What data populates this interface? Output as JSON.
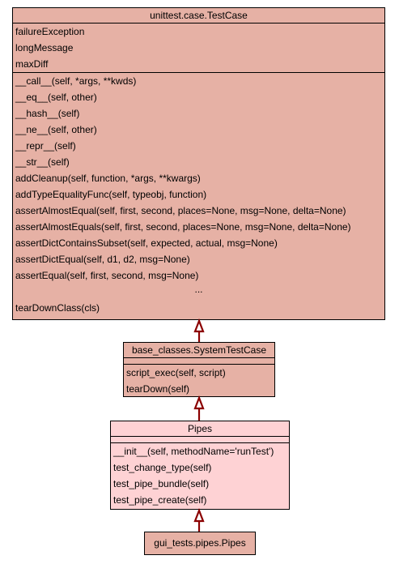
{
  "diagram": {
    "classes": {
      "testcase": {
        "name": "unittest.case.TestCase",
        "fill": "#e6b1a5",
        "attributes": [
          "failureException",
          "longMessage",
          "maxDiff"
        ],
        "methods": [
          "__call__(self, *args, **kwds)",
          "__eq__(self, other)",
          "__hash__(self)",
          "__ne__(self, other)",
          "__repr__(self)",
          "__str__(self)",
          "addCleanup(self, function, *args, **kwargs)",
          "addTypeEqualityFunc(self, typeobj, function)",
          "assertAlmostEqual(self, first, second, places=None, msg=None, delta=None)",
          "assertAlmostEquals(self, first, second, places=None, msg=None, delta=None)",
          "assertDictContainsSubset(self, expected, actual, msg=None)",
          "assertDictEqual(self, d1, d2, msg=None)",
          "assertEqual(self, first, second, msg=None)",
          "...",
          "tearDownClass(cls)"
        ]
      },
      "systestcase": {
        "name": "base_classes.SystemTestCase",
        "fill": "#e6b1a5",
        "methods": [
          "script_exec(self, script)",
          "tearDown(self)"
        ]
      },
      "pipes": {
        "name": "Pipes",
        "fill": "#fed2d4",
        "methods": [
          "__init__(self, methodName='runTest')",
          "test_change_type(self)",
          "test_pipe_bundle(self)",
          "test_pipe_create(self)"
        ]
      },
      "guipipes": {
        "name": "gui_tests.pipes.Pipes",
        "fill": "#e6b1a5"
      }
    },
    "edge_color": "#8b0000"
  }
}
